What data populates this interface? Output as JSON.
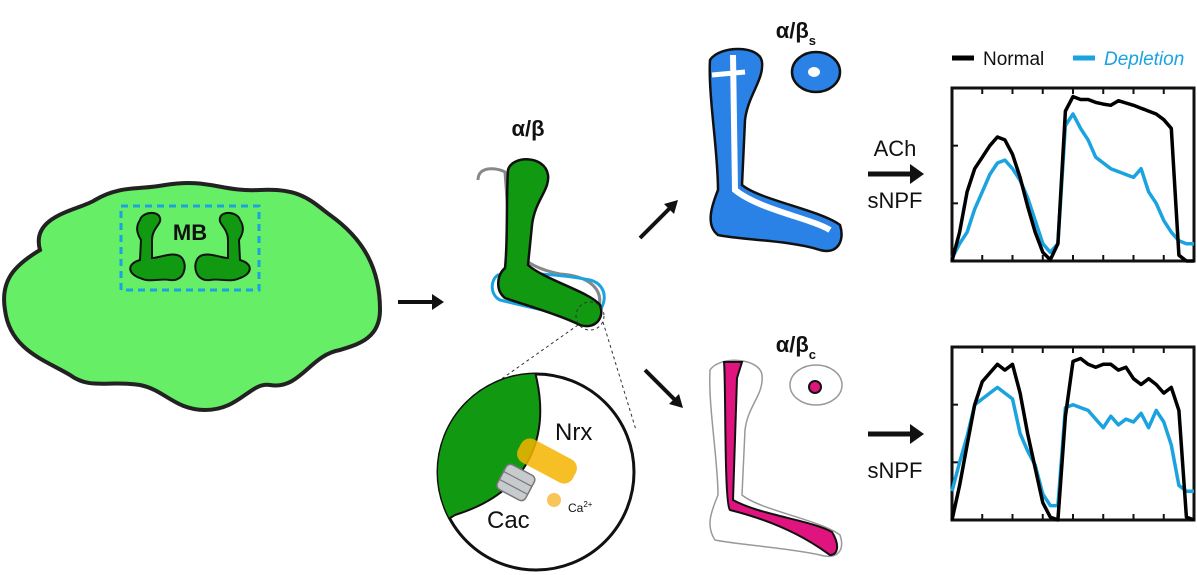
{
  "labels": {
    "mb": "MB",
    "alpha_beta": "α/β",
    "alpha_beta_s_main": "α/β",
    "alpha_beta_s_sub": "s",
    "alpha_beta_c_main": "α/β",
    "alpha_beta_c_sub": "c",
    "nrx": "Nrx",
    "cac": "Cac",
    "ca": "Ca",
    "ca_sup": "2+",
    "ach": "ACh",
    "snpf_top": "sNPF",
    "snpf_bottom": "sNPF"
  },
  "legend": {
    "normal": "Normal",
    "depletion": "Depletion"
  },
  "colors": {
    "brain": "#66ee66",
    "mb_green": "#119911",
    "blue_fill": "#2b82e6",
    "magenta": "#e0147e",
    "depletion_line": "#1ba3e0",
    "normal_line": "#000000",
    "nrx": "#f4b400",
    "cac": "#b8bcbe"
  },
  "chart_data": [
    {
      "type": "line",
      "title": "α/βs response (ACh + sNPF)",
      "xlabel": "",
      "ylabel": "",
      "xlim": [
        0,
        8
      ],
      "ylim": [
        0,
        3
      ],
      "x_ticks": [
        1,
        2,
        3,
        4,
        5,
        6,
        7
      ],
      "y_ticks": [
        1,
        2
      ],
      "x": [
        0,
        0.25,
        0.5,
        0.75,
        1,
        1.25,
        1.5,
        1.75,
        2,
        2.25,
        2.5,
        2.75,
        3,
        3.25,
        3.5,
        3.75,
        4,
        4.25,
        4.5,
        4.75,
        5,
        5.25,
        5.5,
        5.75,
        6,
        6.25,
        6.5,
        6.75,
        7,
        7.25,
        7.5,
        7.75,
        8
      ],
      "series": [
        {
          "name": "Normal",
          "values": [
            0,
            0.5,
            1.2,
            1.6,
            1.8,
            2.0,
            2.15,
            2.1,
            1.85,
            1.45,
            0.95,
            0.5,
            0.15,
            0.02,
            0.3,
            2.6,
            2.85,
            2.8,
            2.8,
            2.75,
            2.72,
            2.7,
            2.78,
            2.74,
            2.7,
            2.65,
            2.6,
            2.55,
            2.45,
            2.3,
            0.1,
            0.0,
            0.0
          ]
        },
        {
          "name": "Depletion",
          "values": [
            0.05,
            0.3,
            0.5,
            0.9,
            1.2,
            1.5,
            1.7,
            1.75,
            1.6,
            1.4,
            1.1,
            0.7,
            0.3,
            0.15,
            0.3,
            2.35,
            2.55,
            2.3,
            2.1,
            1.8,
            1.7,
            1.6,
            1.55,
            1.5,
            1.45,
            1.6,
            1.2,
            1.0,
            0.7,
            0.5,
            0.35,
            0.3,
            0.3
          ]
        }
      ]
    },
    {
      "type": "line",
      "title": "α/βc response (sNPF)",
      "xlabel": "",
      "ylabel": "",
      "xlim": [
        0,
        8
      ],
      "ylim": [
        0,
        3
      ],
      "x_ticks": [
        1,
        2,
        3,
        4,
        5,
        6,
        7
      ],
      "y_ticks": [
        1,
        2
      ],
      "x": [
        0,
        0.25,
        0.5,
        0.75,
        1,
        1.25,
        1.5,
        1.75,
        2,
        2.25,
        2.5,
        2.75,
        3,
        3.25,
        3.5,
        3.75,
        4,
        4.25,
        4.5,
        4.75,
        5,
        5.25,
        5.5,
        5.75,
        6,
        6.25,
        6.5,
        6.75,
        7,
        7.25,
        7.5,
        7.75,
        8
      ],
      "series": [
        {
          "name": "Normal",
          "values": [
            0,
            0.6,
            1.3,
            2.0,
            2.4,
            2.55,
            2.7,
            2.6,
            2.7,
            2.2,
            1.5,
            0.9,
            0.3,
            0.05,
            0.0,
            1.8,
            2.75,
            2.8,
            2.7,
            2.65,
            2.7,
            2.7,
            2.6,
            2.65,
            2.45,
            2.35,
            2.45,
            2.35,
            2.2,
            2.3,
            1.9,
            0.05,
            0.0
          ]
        },
        {
          "name": "Depletion",
          "values": [
            0.5,
            1.0,
            1.45,
            2.0,
            2.1,
            2.2,
            2.3,
            2.2,
            2.1,
            1.5,
            1.2,
            0.95,
            0.45,
            0.25,
            0.25,
            1.95,
            2.0,
            1.95,
            1.9,
            1.75,
            1.6,
            1.8,
            1.65,
            1.75,
            1.7,
            1.85,
            1.6,
            1.9,
            1.7,
            1.3,
            0.6,
            0.5,
            0.5
          ]
        }
      ]
    }
  ]
}
